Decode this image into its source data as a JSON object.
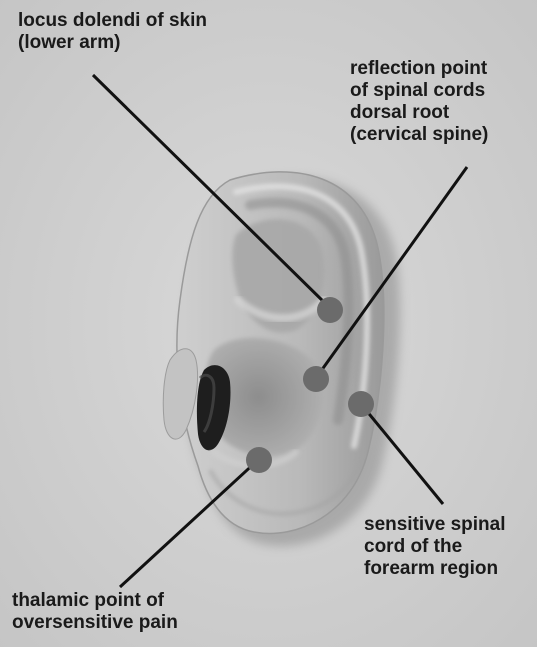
{
  "figure": {
    "colors": {
      "background": "#d3d3d3",
      "ear_skin": "#bdbdbd",
      "ear_shadow": "#6e6e6e",
      "canal": "#1e1e1e",
      "point_fill": "#6b6b6b",
      "leader_line": "#111111",
      "label_text": "#1a1a1a"
    },
    "labels": {
      "locus": {
        "line1": "locus dolendi of skin",
        "line2": "(lower arm)"
      },
      "reflection": {
        "line1": "reflection point",
        "line2": "of spinal cords",
        "line3": "dorsal root",
        "line4": "(cervical spine)"
      },
      "sensitive": {
        "line1": "sensitive spinal",
        "line2": "cord of the",
        "line3": "forearm region"
      },
      "thalamic": {
        "line1": "thalamic point of",
        "line2": "oversensitive pain"
      }
    }
  }
}
